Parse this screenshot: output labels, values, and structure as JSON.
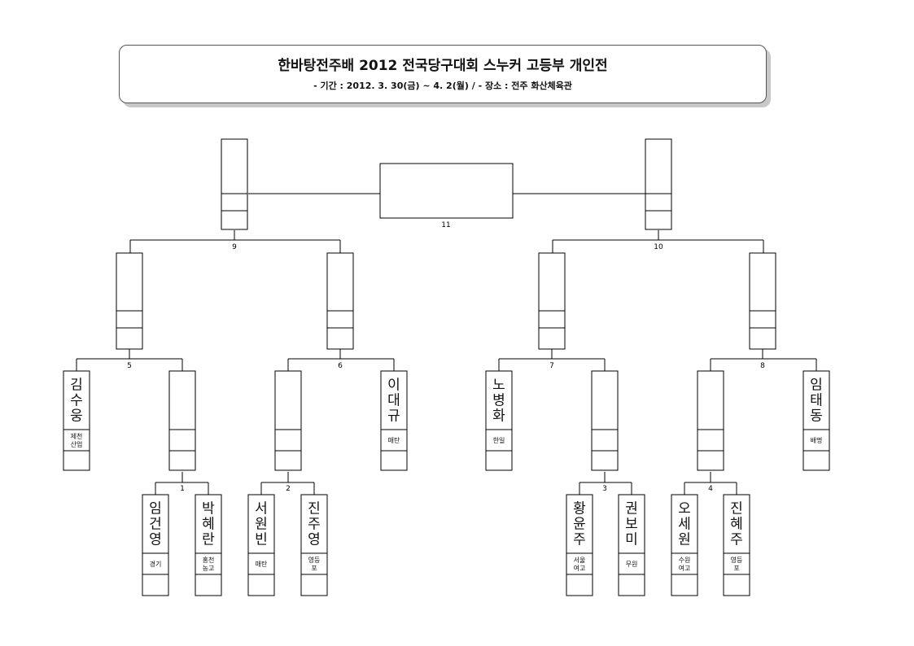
{
  "header": {
    "title": "한바탕전주배 2012 전국당구대회 스누커 고등부 개인전",
    "subtitle": "- 기간 : 2012. 3. 30(금) ~ 4. 2(월)  /  - 장소 : 전주 화산체육관"
  },
  "matches": [
    {
      "num": "1"
    },
    {
      "num": "2"
    },
    {
      "num": "3"
    },
    {
      "num": "4"
    },
    {
      "num": "5"
    },
    {
      "num": "6"
    },
    {
      "num": "7"
    },
    {
      "num": "8"
    },
    {
      "num": "9"
    },
    {
      "num": "10"
    },
    {
      "num": "11"
    }
  ],
  "players": [
    {
      "name": "김수웅",
      "team": [
        "제천",
        "산업"
      ]
    },
    {
      "name": "이대규",
      "team": [
        "매탄"
      ]
    },
    {
      "name": "노병화",
      "team": [
        "한일"
      ]
    },
    {
      "name": "임태동",
      "team": [
        "배명"
      ]
    },
    {
      "name": "임건영",
      "team": [
        "경기"
      ]
    },
    {
      "name": "박혜란",
      "team": [
        "홍천",
        "농고"
      ]
    },
    {
      "name": "서원빈",
      "team": [
        "매탄"
      ]
    },
    {
      "name": "진주영",
      "team": [
        "영등",
        "포"
      ]
    },
    {
      "name": "황윤주",
      "team": [
        "서울",
        "여고"
      ]
    },
    {
      "name": "권보미",
      "team": [
        "무원"
      ]
    },
    {
      "name": "오세원",
      "team": [
        "수원",
        "여고"
      ]
    },
    {
      "name": "진혜주",
      "team": [
        "영등",
        "포"
      ]
    }
  ]
}
